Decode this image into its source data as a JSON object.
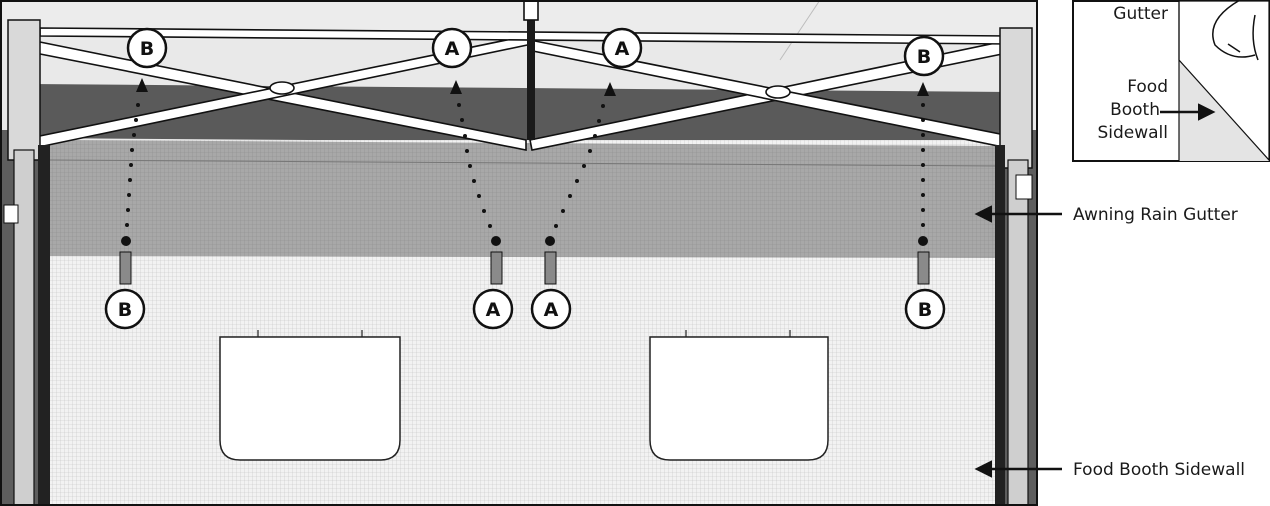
{
  "callouts": {
    "rain_gutter": "Awning Rain Gutter",
    "sidewall": "Food Booth Sidewall"
  },
  "inset": {
    "gutter_label": "Gutter",
    "food_label": "Food",
    "booth_label": "Booth",
    "sidewall_label": "Sidewall"
  },
  "badges": {
    "top": [
      "B",
      "A",
      "A",
      "B"
    ],
    "bottom": [
      "B",
      "A",
      "A",
      "B"
    ]
  }
}
